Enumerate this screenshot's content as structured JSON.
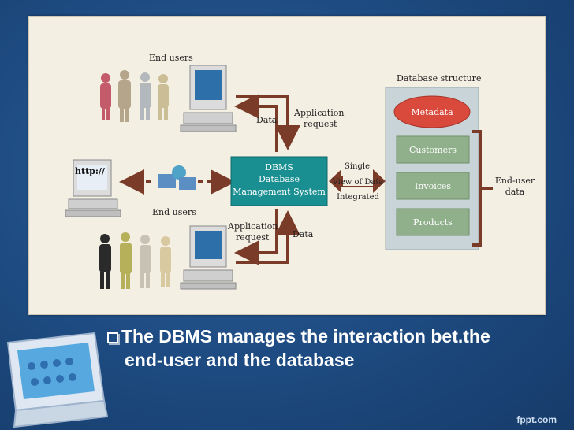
{
  "diagram": {
    "end_users_top": "End users",
    "end_users_mid": "End users",
    "http_label": "http://",
    "data_top": "Data",
    "app_request_top_1": "Application",
    "app_request_top_2": "request",
    "app_request_bottom_1": "Application",
    "app_request_bottom_2": "request",
    "data_bottom": "Data",
    "dbms_line1": "DBMS",
    "dbms_line2": "Database",
    "dbms_line3": "Management System",
    "single_view_1": "Single",
    "single_view_2": "View of Data",
    "single_view_3": "Integrated",
    "db_structure_title": "Database structure",
    "metadata": "Metadata",
    "customers": "Customers",
    "invoices": "Invoices",
    "products": "Products",
    "end_user_data_1": "End-user",
    "end_user_data_2": "data"
  },
  "bullet": {
    "line1": "The DBMS manages the interaction bet.the",
    "line2": "end-user and the database"
  },
  "footer": {
    "watermark": "fppt.com"
  },
  "colors": {
    "slide_bg": "#1d4a80",
    "figure_bg": "#f4efe3",
    "dbms_box": "#1a8f91",
    "arrow": "#7a3b28",
    "metadata": "#d94a3d",
    "table_box": "#8fb08a",
    "db_panel": "#c8d4d8"
  }
}
